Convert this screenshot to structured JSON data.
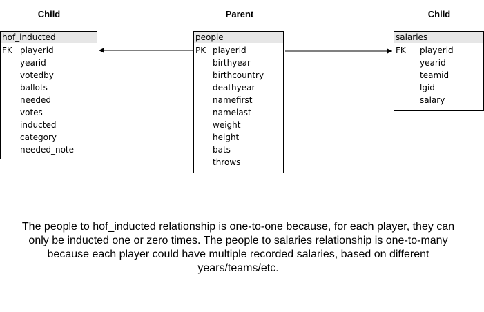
{
  "headings": {
    "left": "Child",
    "center": "Parent",
    "right": "Child"
  },
  "tables": {
    "hof_inducted": {
      "name": "hof_inducted",
      "fields": [
        {
          "key": "FK",
          "name": "playerid"
        },
        {
          "key": "",
          "name": "yearid"
        },
        {
          "key": "",
          "name": "votedby"
        },
        {
          "key": "",
          "name": "ballots"
        },
        {
          "key": "",
          "name": "needed"
        },
        {
          "key": "",
          "name": "votes"
        },
        {
          "key": "",
          "name": "inducted"
        },
        {
          "key": "",
          "name": "category"
        },
        {
          "key": "",
          "name": "needed_note"
        }
      ]
    },
    "people": {
      "name": "people",
      "fields": [
        {
          "key": "PK",
          "name": "playerid"
        },
        {
          "key": "",
          "name": "birthyear"
        },
        {
          "key": "",
          "name": "birthcountry"
        },
        {
          "key": "",
          "name": "deathyear"
        },
        {
          "key": "",
          "name": "namefirst"
        },
        {
          "key": "",
          "name": "namelast"
        },
        {
          "key": "",
          "name": "weight"
        },
        {
          "key": "",
          "name": "height"
        },
        {
          "key": "",
          "name": "bats"
        },
        {
          "key": "",
          "name": "throws"
        }
      ]
    },
    "salaries": {
      "name": "salaries",
      "fields": [
        {
          "key": "FK",
          "name": "playerid"
        },
        {
          "key": "",
          "name": "yearid"
        },
        {
          "key": "",
          "name": "teamid"
        },
        {
          "key": "",
          "name": "lgid"
        },
        {
          "key": "",
          "name": "salary"
        }
      ]
    }
  },
  "explanation": "The people to hof_inducted relationship is one-to-one because, for each player, they can only be inducted one or zero times. The people to salaries relationship is one-to-many because each player could have multiple recorded salaries, based on different years/teams/etc."
}
